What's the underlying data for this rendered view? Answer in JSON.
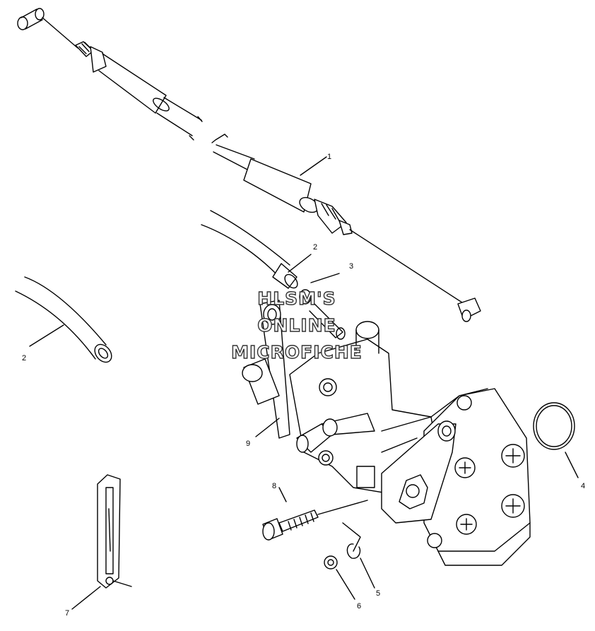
{
  "watermark": {
    "line1": "HLSM'S",
    "line2": "ONLINE",
    "line3": "MICROFICHE"
  },
  "callouts": {
    "c1": "1",
    "c2a": "2",
    "c2b": "2",
    "c3": "3",
    "c4": "4",
    "c5": "5",
    "c6": "6",
    "c7": "7",
    "c8": "8",
    "c9": "9"
  },
  "colors": {
    "line": "#000000",
    "background": "#ffffff"
  }
}
